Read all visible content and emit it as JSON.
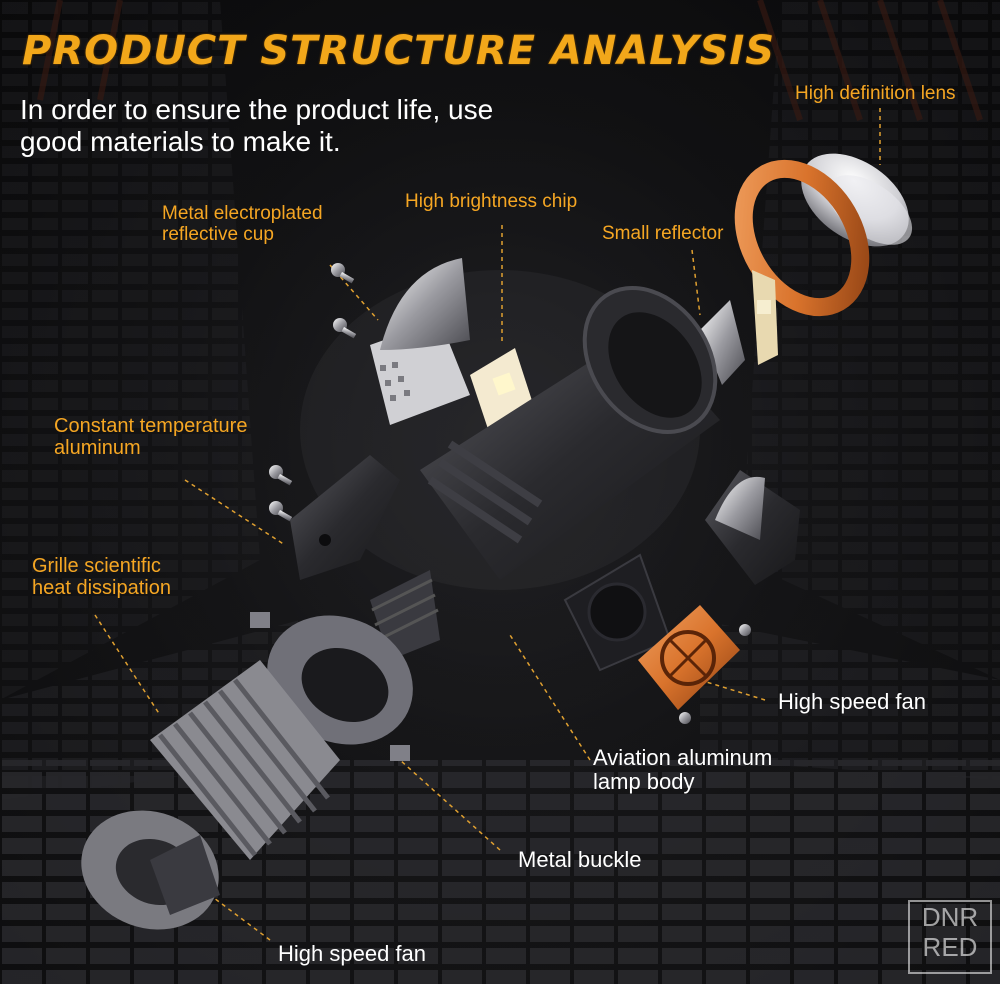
{
  "header": {
    "title": "PRODUCT STRUCTURE ANALYSIS",
    "subtitle_line1": "In order to ensure the product life, use",
    "subtitle_line2": "good materials to make it."
  },
  "labels": {
    "high_definition_lens": "High definition lens",
    "high_brightness_chip": "High brightness chip",
    "metal_cup_line1": "Metal electroplated",
    "metal_cup_line2": "reflective cup",
    "small_reflector": "Small reflector",
    "constant_temp_line1": "Constant temperature",
    "constant_temp_line2": "aluminum",
    "grille_line1": "Grille scientific",
    "grille_line2": "heat dissipation",
    "high_speed_fan_right": "High speed fan",
    "aviation_line1": "Aviation aluminum",
    "aviation_line2": "lamp body",
    "metal_buckle": "Metal buckle",
    "high_speed_fan_bottom": "High speed fan"
  },
  "watermark": {
    "line1": "DNR",
    "line2": "RED"
  },
  "colors": {
    "accent": "#f5a623",
    "title": "#f2a71a",
    "text": "#ffffff",
    "copper": "#d9732c"
  }
}
